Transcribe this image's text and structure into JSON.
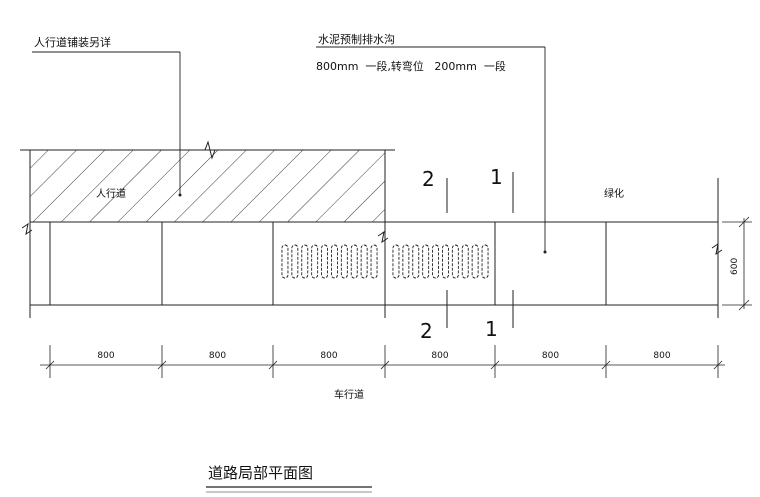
{
  "annotations": {
    "paving_detail": "人行道铺装另详",
    "drain_title": "水泥预制排水沟",
    "drain_spec": "800mm  一段,转弯位   200mm  一段"
  },
  "zones": {
    "sidewalk": "人行道",
    "greening": "绿化",
    "carriageway": "车行道"
  },
  "sections": {
    "sec1_top": "1",
    "sec2_top": "2",
    "sec1_bottom": "1",
    "sec2_bottom": "2"
  },
  "dimensions": {
    "segments": [
      "800",
      "800",
      "800",
      "800",
      "800",
      "800"
    ],
    "height": "600"
  },
  "grate_slots_per_grate": 10,
  "title": "道路局部平面图"
}
